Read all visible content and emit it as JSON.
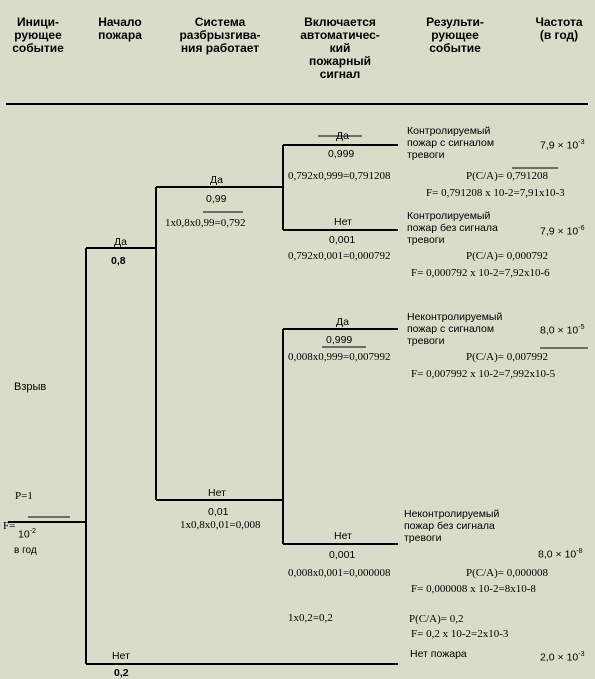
{
  "headers": [
    "Иници-\nрующее\nсобытие",
    "Начало\nпожара",
    "Система\nразбрызгива-\nния работает",
    "Включается\nавтоматичес-\nкий\nпожарный\nсигнал",
    "Результи-\nрующее\nсобытие",
    "Частота\n(в год)"
  ],
  "initiating": {
    "event": "Взрыв",
    "p": "P=1",
    "f_prefix": "F=",
    "f_value": "10",
    "f_exp": "-2",
    "per_year": "в год"
  },
  "fire": {
    "yes_label": "Да",
    "yes_value": "0,8",
    "no_label": "Нет",
    "no_value": "0,2"
  },
  "sprinkler": {
    "yes_label": "Да",
    "yes_value": "0,99",
    "yes_calc": "1x0,8x0,99=0,792",
    "no_label": "Нет",
    "no_value": "0,01",
    "no_calc": "1x0,8x0,01=0,008"
  },
  "alarm": {
    "b1_yes_label": "Да",
    "b1_yes_value": "0,999",
    "b1_yes_calc": "0,792x0,999=0,791208",
    "b1_no_label": "Нет",
    "b1_no_value": "0,001",
    "b1_no_calc": "0,792x0,001=0,000792",
    "b2_yes_label": "Да",
    "b2_yes_value": "0,999",
    "b2_yes_calc": "0,008x0,999=0,007992",
    "b2_no_label": "Нет",
    "b2_no_value": "0,001",
    "b2_no_calc": "0,008x0,001=0,000008",
    "nofire_calc": "1x0,2=0,2"
  },
  "outcomes": [
    {
      "text": "Контролируемый\nпожар с сигналом\nтревоги",
      "freq_base": "7,9 × 10",
      "freq_exp": "-3",
      "p": "P(C/A)= 0,791208",
      "f": "F= 0,791208 x 10-2=7,91x10-3"
    },
    {
      "text": "Контролируемый\nпожар без сигнала\nтревоги",
      "freq_base": "7,9 × 10",
      "freq_exp": "-6",
      "p": "P(C/A)= 0,000792",
      "f": "F= 0,000792 x 10-2=7,92x10-6"
    },
    {
      "text": "Неконтролируемый\nпожар с сигналом\nтревоги",
      "freq_base": "8,0 × 10",
      "freq_exp": "-5",
      "p": "P(C/A)= 0,007992",
      "f": "F= 0,007992 x 10-2=7,992x10-5"
    },
    {
      "text": "Неконтролируемый\nпожар без сигнала\nтревоги",
      "freq_base": "8,0 × 10",
      "freq_exp": "-8",
      "p": "P(C/A)= 0,000008",
      "f": "F= 0,000008 x 10-2=8x10-8"
    },
    {
      "text": "Нет пожара",
      "freq_base": "2,0 × 10",
      "freq_exp": "-3",
      "p": "P(C/A)= 0,2",
      "f": "F= 0,2 x 10-2=2x10-3"
    }
  ]
}
